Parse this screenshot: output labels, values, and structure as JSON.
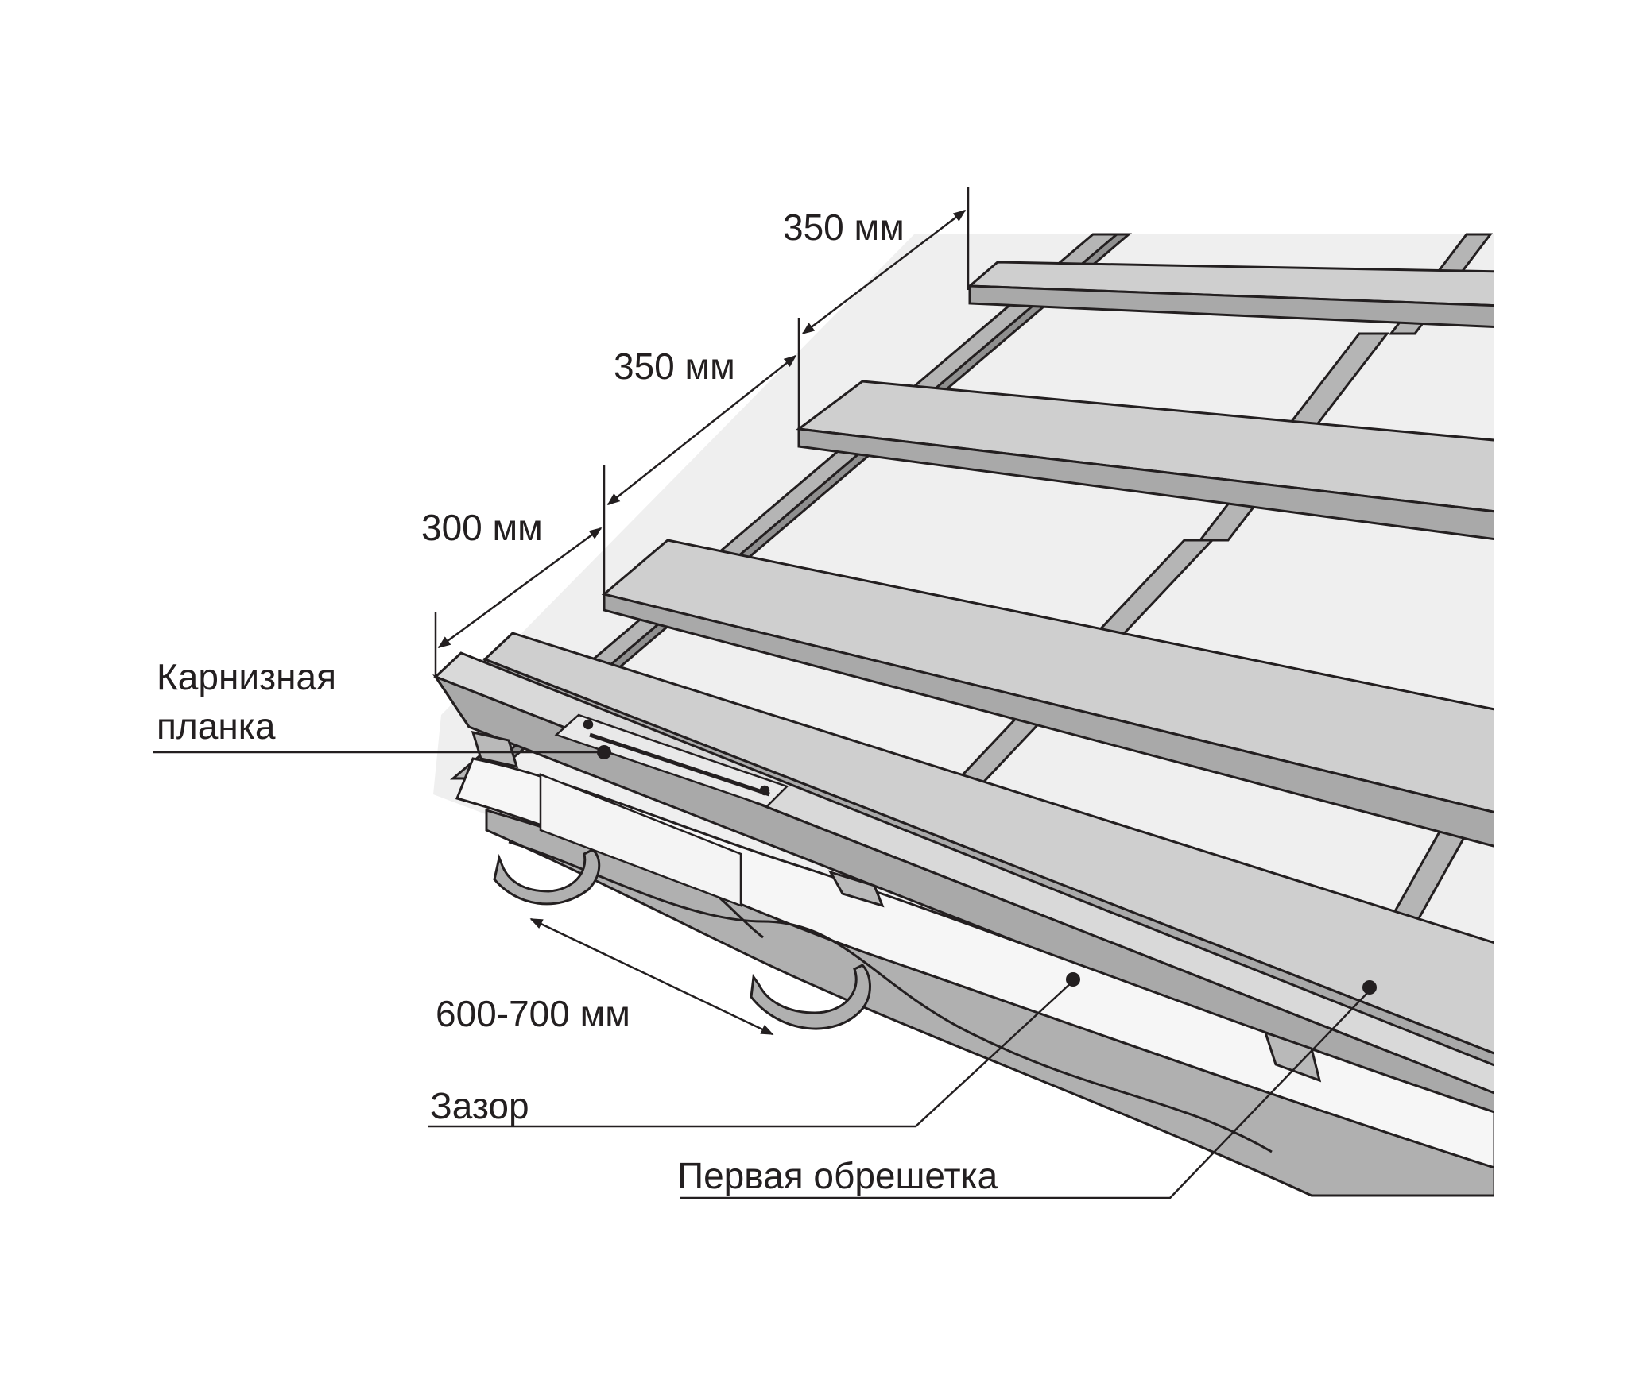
{
  "diagram": {
    "dimensions": {
      "top_spacing": "350 мм",
      "middle_spacing": "350 мм",
      "bottom_spacing": "300 мм",
      "bracket_spacing": "600-700 мм"
    },
    "labels": {
      "eaves_plank_line1": "Карнизная",
      "eaves_plank_line2": "планка",
      "gap": "Зазор",
      "first_batten": "Первая обрешетка"
    },
    "colors": {
      "outline": "#231f20",
      "membrane": "#efefef",
      "board_top": "#cfcfcf",
      "board_front": "#a9a9a9",
      "counter_batten": "#b5b5b5"
    }
  }
}
